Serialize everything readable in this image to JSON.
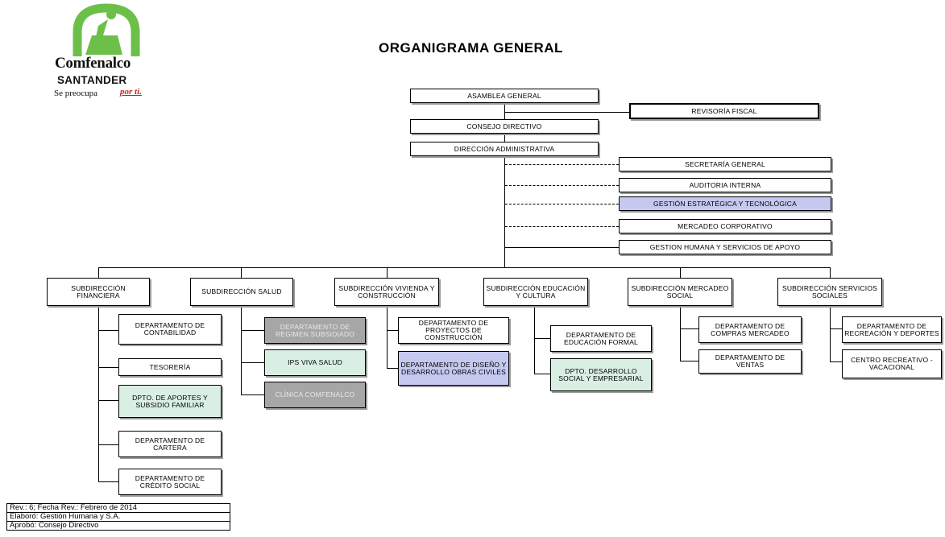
{
  "logo": {
    "word": "Comfenalco",
    "sub": "SANTANDER",
    "tagline": "Se preocupa",
    "tagline_accent": "por ti."
  },
  "title": "ORGANIGRAMA GENERAL",
  "top": {
    "asamblea": "ASAMBLEA GENERAL",
    "revisoria": "REVISORÍA FISCAL",
    "consejo": "CONSEJO DIRECTIVO",
    "direccion": "DIRECCIÓN ADMINISTRATIVA"
  },
  "staff": {
    "secretaria": "SECRETARÍA GENERAL",
    "auditoria": "AUDITORIA INTERNA",
    "gestion_estrategica": "GESTIÓN ESTRATÉGICA Y TECNOLÓGICA",
    "mercadeo_corporativo": "MERCADEO CORPORATIVO",
    "gestion_humana": "GESTION HUMANA  Y SERVICIOS DE APOYO"
  },
  "subdirecciones": {
    "financiera": "SUBDIRECCIÓN FINANCIERA",
    "salud": "SUBDIRECCIÓN SALUD",
    "vivienda": "SUBDIRECCIÓN VIVIENDA Y CONSTRUCCIÓN",
    "educacion": "SUBDIRECCIÓN EDUCACIÓN Y CULTURA",
    "mercadeo_social": "SUBDIRECCIÓN MERCADEO SOCIAL",
    "servicios_sociales": "SUBDIRECCIÓN SERVICIOS SOCIALES"
  },
  "departamentos": {
    "contabilidad": "DEPARTAMENTO DE CONTABILIDAD",
    "tesoreria": "TESORERÍA",
    "aportes": "DPTO.  DE APORTES Y  SUBSIDIO FAMILIAR",
    "cartera": "DEPARTAMENTO DE CARTERA",
    "credito": "DEPARTAMENTO DE CRÉDITO SOCIAL",
    "regimen": "DEPARTAMENTO DE REGIMEN SUBSIDIADO",
    "ips": "IPS  VIVA SALUD",
    "clinica": "CLÍNICA COMFENALCO",
    "proyectos": "DEPARTAMENTO DE PROYECTOS DE CONSTRUCCIÓN",
    "diseno": "DEPARTAMENTO DE DISEÑO Y DESARROLLO OBRAS CIVILES",
    "educacion_formal": "DEPARTAMENTO DE EDUCACIÓN FORMAL",
    "desarrollo_social": "DPTO. DESARROLLO SOCIAL Y EMPRESARIAL",
    "compras": "DEPARTAMENTO DE COMPRAS MERCADEO",
    "ventas": "DEPARTAMENTO DE VENTAS",
    "recreacion": "DEPARTAMENTO DE RECREACIÓN Y DEPORTES",
    "centro": "CENTRO RECREATIVO - VACACIONAL"
  },
  "footer": {
    "rev": "Rev.: 6;    Fecha Rev.: Febrero de 2014",
    "elaboro": "Elaboró: Gestión Humana y S.A.",
    "aprobo": "Aprobó: Consejo Directivo"
  },
  "colors": {
    "green_fill": "#d9efe3",
    "purple_fill": "#c5c8ef",
    "gray_fill": "#a6a6a6",
    "logo_green": "#6cc04a",
    "accent_red": "#cc1f1f"
  }
}
